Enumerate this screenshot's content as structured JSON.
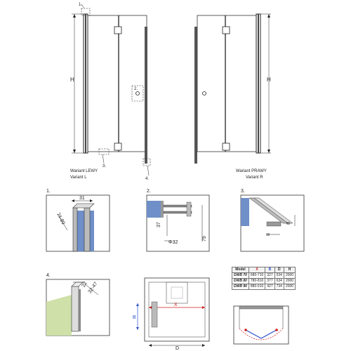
{
  "top": {
    "left_variant_line1": "Wariant LEWY",
    "left_variant_line2": "Variant L",
    "right_variant_line1": "Wariant PRAWY",
    "right_variant_line2": "Variant R",
    "height_label": "H",
    "callout_1": "1.",
    "callout_2": "2.",
    "callout_3": "3.",
    "callout_4": "4."
  },
  "details": {
    "d1": {
      "num": "1.",
      "width": "31",
      "range": "74-89"
    },
    "d2": {
      "num": "2.",
      "a": "37",
      "b": "79",
      "diameter": "Φ32"
    },
    "d3": {
      "num": "3.",
      "a": "8",
      "b": "8"
    },
    "d4": {
      "num": "4.",
      "a": "22",
      "range": "32-47"
    }
  },
  "plan": {
    "x_label": "X",
    "b_label": "B",
    "d_label": "D"
  },
  "table": {
    "headers": [
      "Model",
      "X",
      "B",
      "D",
      "H"
    ],
    "rows": [
      [
        "DWB 70",
        "680-710",
        "327",
        "534",
        "2000"
      ],
      [
        "DWB 80",
        "780-810",
        "377",
        "634",
        "2000"
      ],
      [
        "DWB 90",
        "880-910",
        "427",
        "734",
        "2000"
      ]
    ]
  },
  "colors": {
    "accent_red": "#d21c1c",
    "accent_blue": "#2a50c8",
    "glass": "#6f8fc8"
  }
}
